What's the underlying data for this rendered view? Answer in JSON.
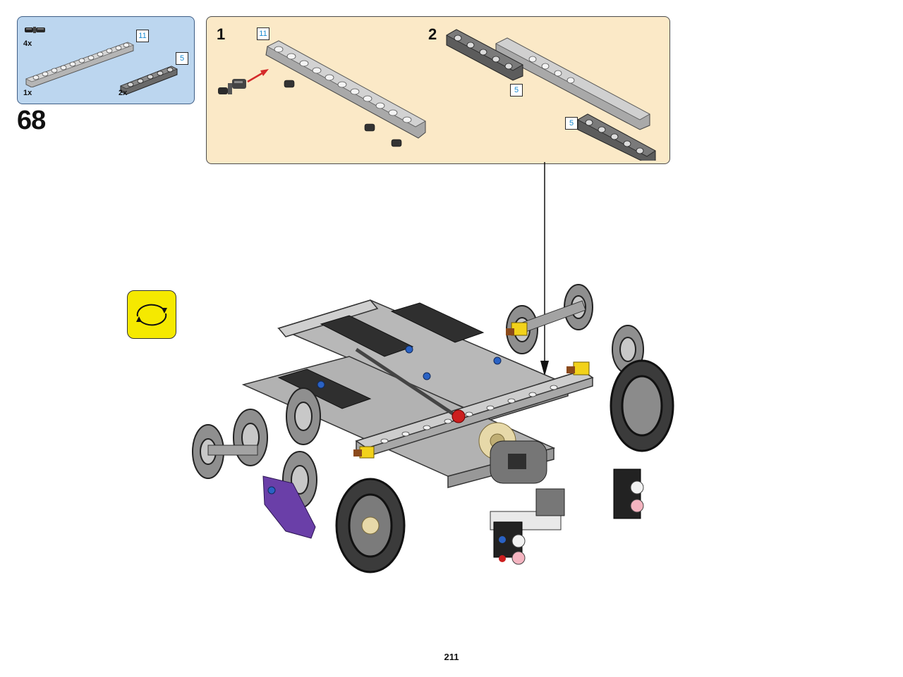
{
  "parts": [
    {
      "qty": "4x",
      "icon": "pin-with-friction-icon"
    },
    {
      "qty": "1x",
      "icon": "liftarm-light-gray-icon",
      "length": "11"
    },
    {
      "qty": "2x",
      "icon": "liftarm-dark-gray-icon",
      "length": "5"
    }
  ],
  "step": "68",
  "callout": {
    "substeps": [
      {
        "number": "1",
        "badge": "11"
      },
      {
        "number": "2",
        "badges": [
          "5",
          "5"
        ]
      }
    ]
  },
  "rotate_icon": "rotate-model-icon",
  "page_number": "211",
  "colors": {
    "parts_bg": "#bcd6ef",
    "callout_bg": "#fbe9c7",
    "rotate_bg": "#f5e900",
    "badge_text": "#1a8bd0",
    "arrow_red": "#d42a2a"
  }
}
